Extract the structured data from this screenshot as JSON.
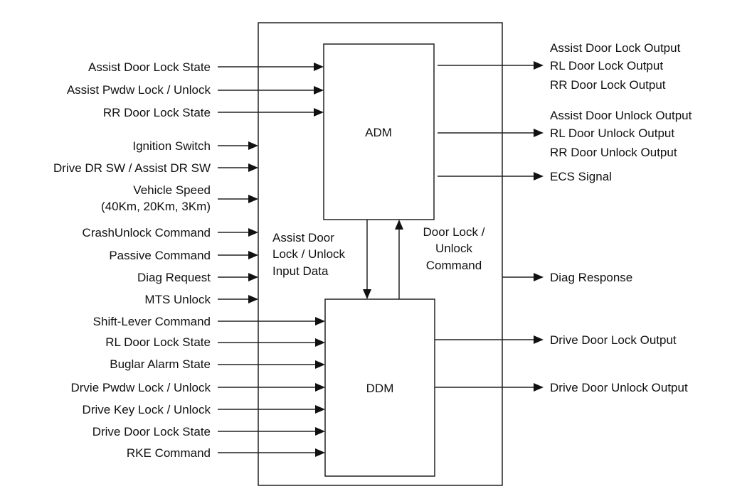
{
  "blocks": {
    "adm": "ADM",
    "ddm": "DDM"
  },
  "inputs": {
    "adm": [
      "Assist Door Lock State",
      "Assist Pwdw Lock / Unlock",
      "RR Door Lock State"
    ],
    "outer": [
      [
        "Ignition Switch"
      ],
      [
        "Drive DR SW / Assist DR SW"
      ],
      [
        "Vehicle Speed",
        "(40Km, 20Km, 3Km)"
      ],
      [
        "CrashUnlock Command"
      ],
      [
        "Passive Command"
      ],
      [
        "Diag Request"
      ],
      [
        "MTS Unlock"
      ]
    ],
    "ddm": [
      "Shift-Lever Command",
      "RL Door Lock State",
      "Buglar Alarm State",
      "Drvie Pwdw Lock / Unlock",
      "Drive Key Lock / Unlock",
      "Drive Door Lock State",
      "RKE Command"
    ]
  },
  "internal": {
    "down": [
      "Assist Door",
      "Lock / Unlock",
      "Input Data"
    ],
    "up": [
      "Door Lock /",
      "Unlock",
      "Command"
    ]
  },
  "outputs": {
    "adm_lock": [
      "Assist Door Lock Output",
      "RL Door Lock Output",
      "RR Door Lock Output"
    ],
    "adm_unlock": [
      "Assist Door Unlock Output",
      "RL Door Unlock Output",
      "RR Door Unlock Output"
    ],
    "ecs": "ECS Signal",
    "diag": "Diag Response",
    "ddm_lock": "Drive Door Lock Output",
    "ddm_unlock": "Drive Door Unlock Output"
  }
}
